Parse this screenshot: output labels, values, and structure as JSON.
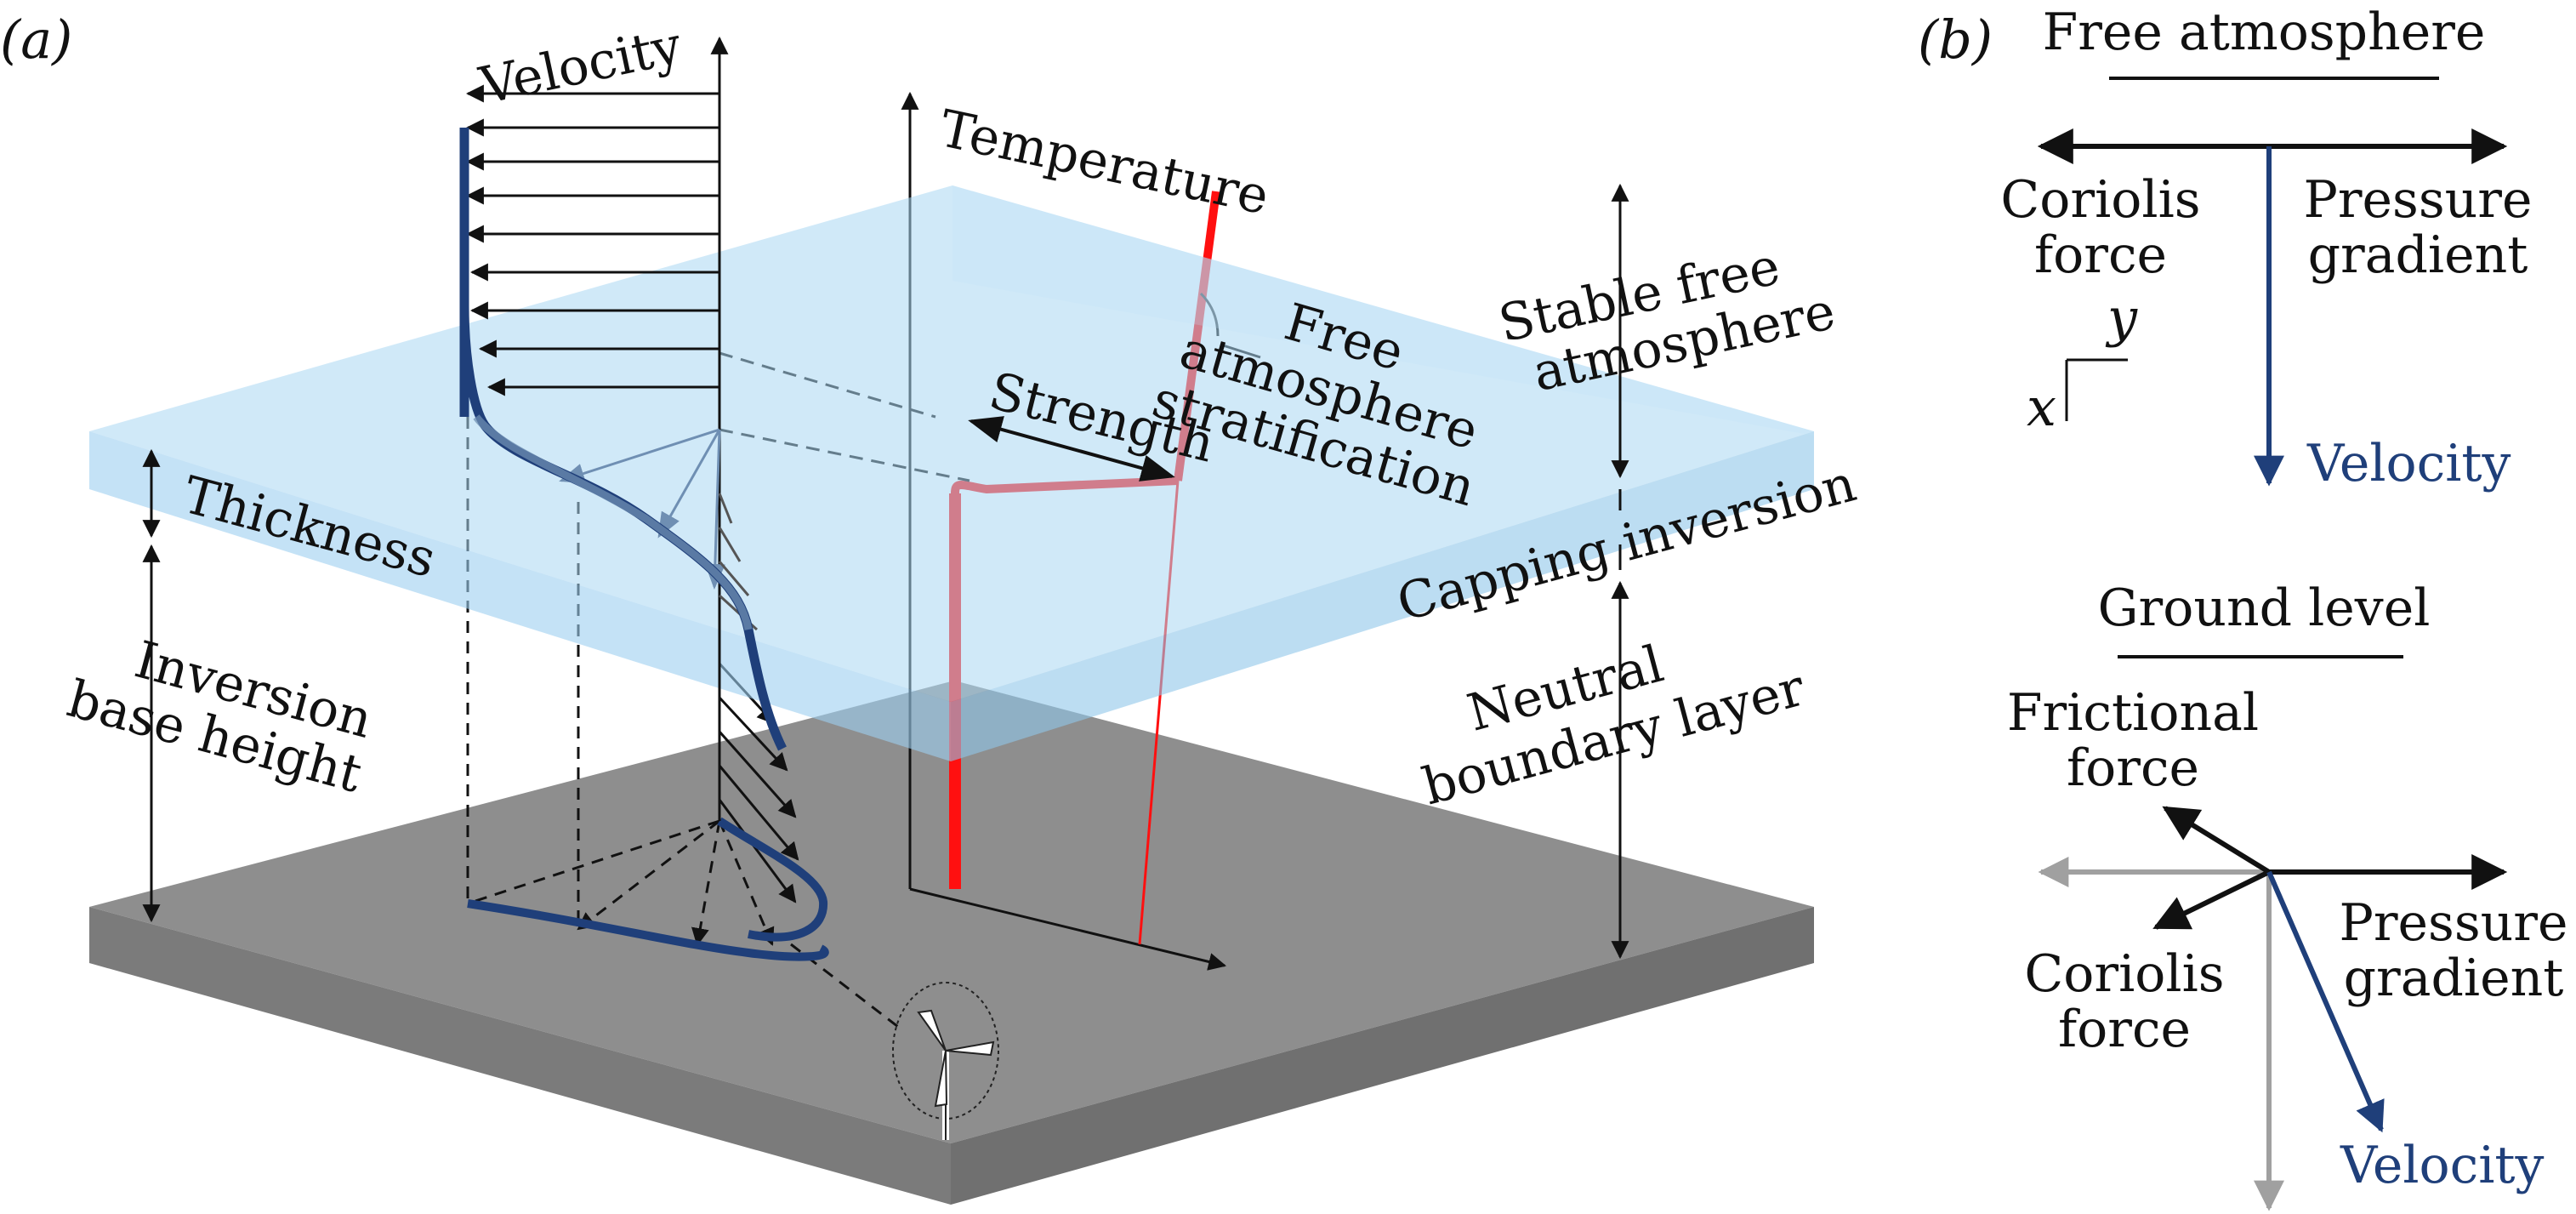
{
  "panel_a": {
    "label": "(a)",
    "velocity": "Velocity",
    "temperature": "Temperature",
    "strength": "Strength",
    "free_strat": [
      "Free",
      "atmosphere",
      "stratification"
    ],
    "stable_free": [
      "Stable free",
      "atmosphere"
    ],
    "capping_inversion": "Capping inversion",
    "neutral_bl": [
      "Neutral",
      "boundary layer"
    ],
    "thickness": "Thickness",
    "inv_base": [
      "Inversion",
      "base height"
    ]
  },
  "panel_b": {
    "label": "(b)",
    "free_atmosphere": "Free atmosphere",
    "coriolis_top": [
      "Coriolis",
      "force"
    ],
    "pressure_top": [
      "Pressure",
      "gradient"
    ],
    "axis_y": "y",
    "axis_x": "x",
    "velocity_top": "Velocity",
    "ground_level": "Ground level",
    "frictional": [
      "Frictional",
      "force"
    ],
    "coriolis_bottom": [
      "Coriolis",
      "force"
    ],
    "pressure_bottom": [
      "Pressure",
      "gradient"
    ],
    "velocity_bottom": "Velocity"
  },
  "colors": {
    "ground": "#8c8c8c",
    "inversion_layer": "#a9d7f3",
    "velocity_profile": "#1f3f7a",
    "temperature_profile": "#ff1010",
    "grey_arrow": "#a0a0a0"
  }
}
